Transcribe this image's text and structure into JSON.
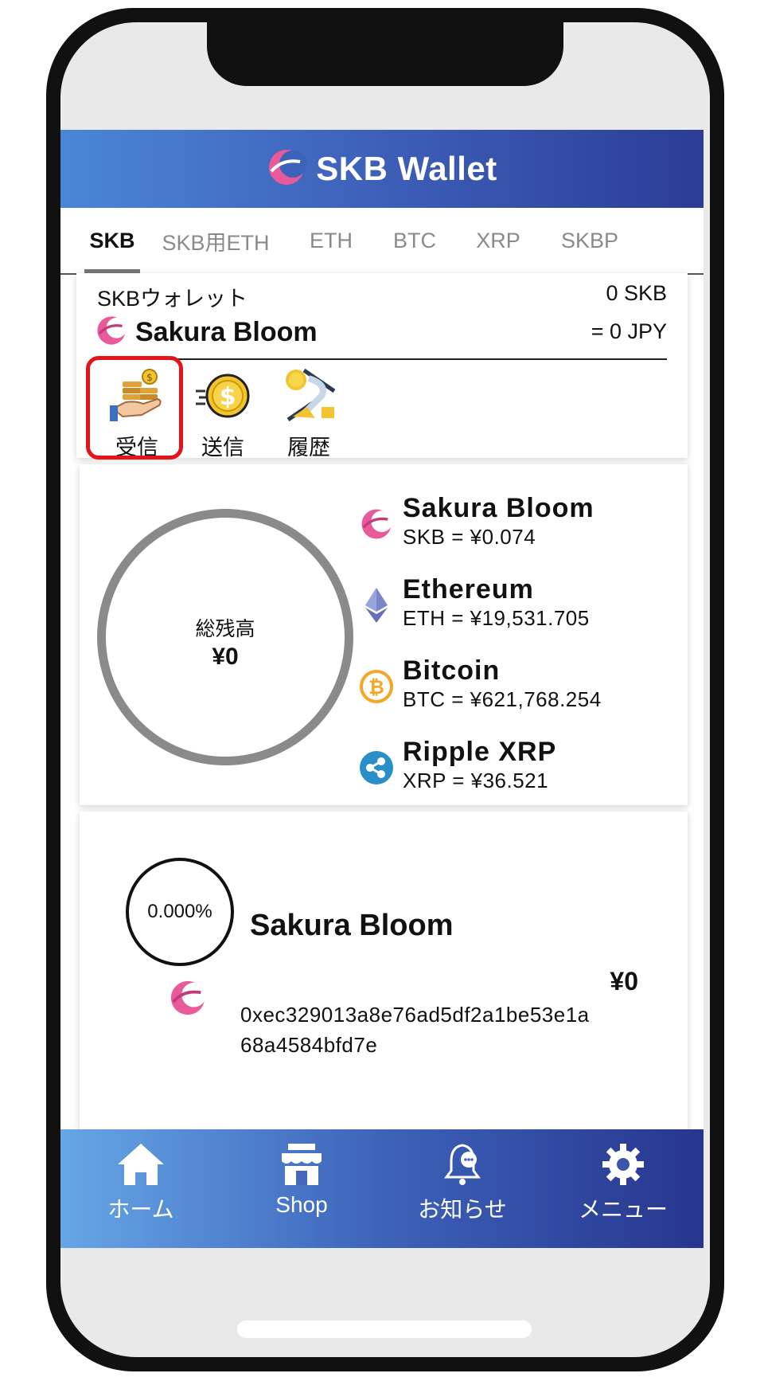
{
  "app": {
    "title": "SKB Wallet"
  },
  "tabs": [
    {
      "label": "SKB",
      "active": true
    },
    {
      "label": "SKB用ETH",
      "active": false
    },
    {
      "label": "ETH",
      "active": false
    },
    {
      "label": "BTC",
      "active": false
    },
    {
      "label": "XRP",
      "active": false
    },
    {
      "label": "SKBP",
      "active": false
    }
  ],
  "wallet": {
    "label": "SKBウォレット",
    "amount": "0 SKB",
    "name": "Sakura Bloom",
    "jpy": "= 0 JPY",
    "actions": [
      {
        "label": "受信",
        "icon": "receive-coins-icon",
        "highlighted": true
      },
      {
        "label": "送信",
        "icon": "send-coin-icon",
        "highlighted": false
      },
      {
        "label": "履歴",
        "icon": "history-hourglass-icon",
        "highlighted": false
      }
    ]
  },
  "balance": {
    "total_label": "総残高",
    "total_value": "¥0",
    "coins": [
      {
        "name": "Sakura Bloom",
        "rate": "SKB = ¥0.074",
        "icon": "sakura-bloom-logo"
      },
      {
        "name": "Ethereum",
        "rate": "ETH = ¥19,531.705",
        "icon": "ethereum-icon"
      },
      {
        "name": "Bitcoin",
        "rate": "BTC = ¥621,768.254",
        "icon": "bitcoin-icon"
      },
      {
        "name": "Ripple XRP",
        "rate": "XRP = ¥36.521",
        "icon": "ripple-icon"
      }
    ]
  },
  "asset": {
    "percent": "0.000%",
    "name": "Sakura Bloom",
    "value": "¥0",
    "address": "0xec329013a8e76ad5df2a1be53e1a68a4584bfd7e"
  },
  "bottom_nav": [
    {
      "label": "ホーム",
      "icon": "home-icon"
    },
    {
      "label": "Shop",
      "icon": "shop-icon"
    },
    {
      "label": "お知らせ",
      "icon": "bell-icon"
    },
    {
      "label": "メニュー",
      "icon": "gear-icon"
    }
  ],
  "colors": {
    "header_gradient": [
      "#4b86d6",
      "#2b3d95"
    ],
    "highlight": "#e4141b",
    "ring": "#8a8a8a"
  }
}
